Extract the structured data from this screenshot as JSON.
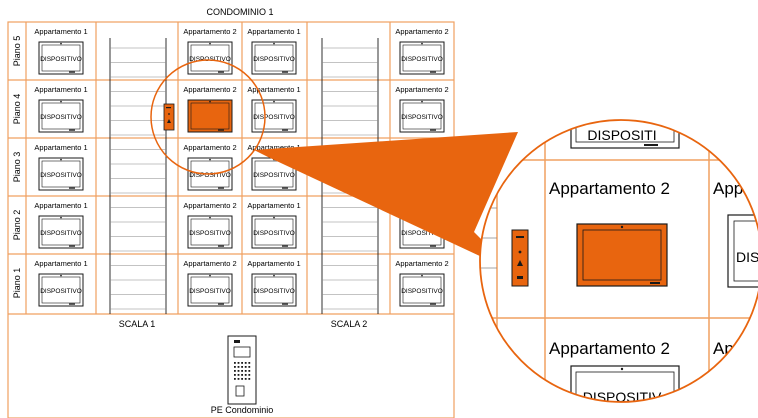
{
  "title": "CONDOMINIO 1",
  "floors": [
    "Piano 5",
    "Piano 4",
    "Piano 3",
    "Piano 2",
    "Piano 1"
  ],
  "stairs": [
    {
      "label": "SCALA 1",
      "apartment_columns": [
        {
          "apartment": "Appartamento 1",
          "device": "DISPOSITIVO"
        },
        {
          "apartment": "Appartamento 2",
          "device": "DISPOSITIVO"
        }
      ]
    },
    {
      "label": "SCALA 2",
      "apartment_columns": [
        {
          "apartment": "Appartamento 1",
          "device": "DISPOSITIVO"
        },
        {
          "apartment": "Appartamento 2",
          "device": "DISPOSITIVO"
        }
      ]
    }
  ],
  "entrance_panel": {
    "label": "PE Condominio"
  },
  "highlight": {
    "floor": "Piano 4",
    "apartment": "Appartamento 2",
    "color": "#e8650f"
  },
  "zoom": {
    "apartment_label": "Appartamento 2",
    "apartment_label_cut": "Appartamento 2",
    "apartment_label_partial": "App",
    "apartment_label_partial_lower": "App",
    "device_partial_top": "DISPOSITI",
    "device_partial_bottom": "DISPOSITIV",
    "device_partial_right": "DIS"
  },
  "colors": {
    "grid": "#f0a060",
    "accent": "#e8650f",
    "line": "#1a1a1a",
    "stair": "#888888"
  }
}
